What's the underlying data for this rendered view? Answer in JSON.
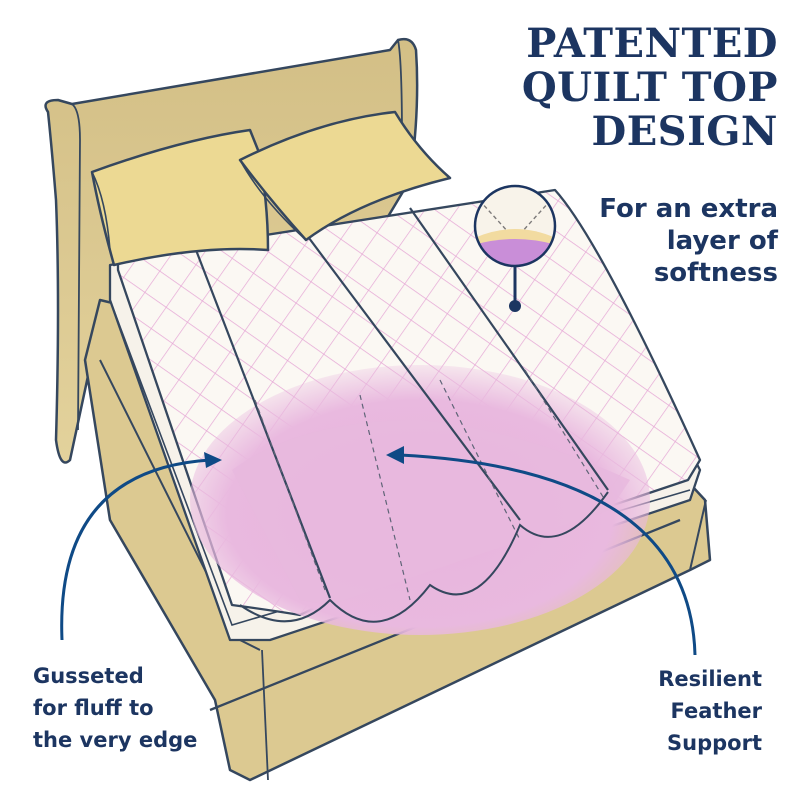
{
  "headline": {
    "lines": [
      "PATENTED",
      "QUILT TOP",
      "DESIGN"
    ],
    "subtitle_lines": [
      "For an extra",
      "layer of",
      "softness"
    ]
  },
  "callouts": {
    "gusseted": {
      "lines": [
        "Gusseted",
        "for fluff to",
        "the very edge"
      ]
    },
    "feather_support": {
      "lines": [
        "Resilient",
        "Feather",
        "Support"
      ]
    }
  },
  "illustration": {
    "subject": "bed-with-featherbed-topper",
    "pillow_count": 2,
    "baffle_channels": 4,
    "detail_magnifier": "quilt-top-cross-section"
  },
  "colors": {
    "text_navy": "#1c3561",
    "arrow_navy": "#0f4a86",
    "outline": "#35475e",
    "bed_tan": "#dcc991",
    "pillow_yellow": "#ecd993",
    "quilt_white": "#fbf8f3",
    "quilt_grid_pink": "#e6a8d6",
    "feather_pink": "#e9b9df",
    "background": "#ffffff"
  }
}
